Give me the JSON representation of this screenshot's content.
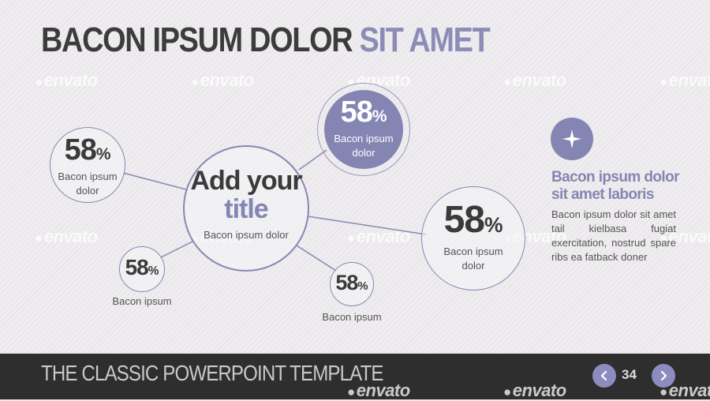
{
  "slide": {
    "title_main": "BACON IPSUM DOLOR",
    "title_accent": "SIT AMET",
    "watermark": "envato",
    "accent_color": "#8585b4"
  },
  "center_node": {
    "title_line1": "Add your",
    "title_line2": "title",
    "label": "Bacon ipsum dolor"
  },
  "nodes": [
    {
      "value": "58",
      "unit": "%",
      "label_line1": "Bacon ipsum",
      "label_line2": "dolor"
    },
    {
      "value": "58",
      "unit": "%",
      "label_line1": "Bacon ipsum",
      "label_line2": "dolor"
    },
    {
      "value": "58",
      "unit": "%",
      "label_line1": "Bacon ipsum",
      "label_line2": "dolor"
    },
    {
      "value": "58",
      "unit": "%",
      "label": "Bacon ipsum"
    },
    {
      "value": "58",
      "unit": "%",
      "label": "Bacon ipsum"
    }
  ],
  "side_panel": {
    "icon": "sparkle-icon",
    "heading": "Bacon ipsum dolor sit amet laboris",
    "body": "Bacon ipsum dolor sit amet tail kielbasa fugiat exercitation, nostrud spare ribs ea fatback doner"
  },
  "footer": {
    "title": "THE CLASSIC POWERPOINT TEMPLATE",
    "page_number": "34",
    "prev_icon": "chevron-left-icon",
    "next_icon": "chevron-right-icon"
  }
}
